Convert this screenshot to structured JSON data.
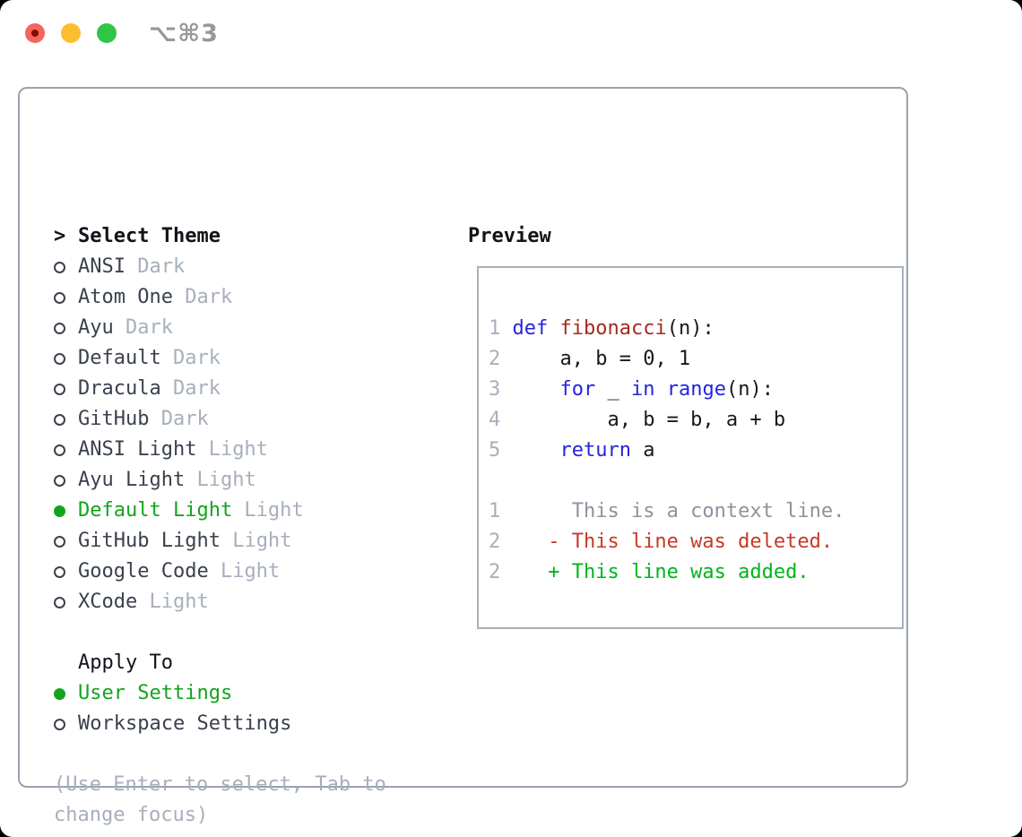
{
  "titlebar": {
    "shortcut": "⌥⌘3",
    "buttons": [
      "close",
      "minimize",
      "zoom"
    ]
  },
  "theme_panel": {
    "header": "Select Theme",
    "header_marker": ">",
    "items": [
      {
        "label": "ANSI",
        "variant": "Dark",
        "selected": false
      },
      {
        "label": "Atom One",
        "variant": "Dark",
        "selected": false
      },
      {
        "label": "Ayu",
        "variant": "Dark",
        "selected": false
      },
      {
        "label": "Default",
        "variant": "Dark",
        "selected": false
      },
      {
        "label": "Dracula",
        "variant": "Dark",
        "selected": false
      },
      {
        "label": "GitHub",
        "variant": "Dark",
        "selected": false
      },
      {
        "label": "ANSI Light",
        "variant": "Light",
        "selected": false
      },
      {
        "label": "Ayu Light",
        "variant": "Light",
        "selected": false
      },
      {
        "label": "Default Light",
        "variant": "Light",
        "selected": true
      },
      {
        "label": "GitHub Light",
        "variant": "Light",
        "selected": false
      },
      {
        "label": "Google Code",
        "variant": "Light",
        "selected": false
      },
      {
        "label": "XCode",
        "variant": "Light",
        "selected": false
      }
    ]
  },
  "apply_panel": {
    "header": "Apply To",
    "items": [
      {
        "label": "User Settings",
        "selected": true
      },
      {
        "label": "Workspace Settings",
        "selected": false
      }
    ]
  },
  "help_text": "(Use Enter to select, Tab to change focus)",
  "preview": {
    "header": "Preview",
    "code_lines": [
      {
        "segments": [
          {
            "t": "1 ",
            "c": "num"
          },
          {
            "t": "def",
            "c": "kw"
          },
          {
            "t": " ",
            "c": "plain"
          },
          {
            "t": "fibonacci",
            "c": "fn"
          },
          {
            "t": "(n):",
            "c": "plain"
          }
        ]
      },
      {
        "segments": [
          {
            "t": "2 ",
            "c": "num"
          },
          {
            "t": "    a, b = 0, 1",
            "c": "plain"
          }
        ]
      },
      {
        "segments": [
          {
            "t": "3 ",
            "c": "num"
          },
          {
            "t": "    ",
            "c": "plain"
          },
          {
            "t": "for",
            "c": "kw"
          },
          {
            "t": " _ ",
            "c": "plain"
          },
          {
            "t": "in",
            "c": "kw"
          },
          {
            "t": " ",
            "c": "plain"
          },
          {
            "t": "range",
            "c": "kw"
          },
          {
            "t": "(n):",
            "c": "plain"
          }
        ]
      },
      {
        "segments": [
          {
            "t": "4 ",
            "c": "num"
          },
          {
            "t": "        a, b = b, a + b",
            "c": "plain"
          }
        ]
      },
      {
        "segments": [
          {
            "t": "5 ",
            "c": "num"
          },
          {
            "t": "    ",
            "c": "plain"
          },
          {
            "t": "return",
            "c": "kw"
          },
          {
            "t": " a",
            "c": "plain"
          }
        ]
      },
      {
        "segments": []
      },
      {
        "segments": [
          {
            "t": "1",
            "c": "num"
          },
          {
            "t": "      This is a context line.",
            "c": "ctx"
          }
        ]
      },
      {
        "segments": [
          {
            "t": "2",
            "c": "num"
          },
          {
            "t": "    - This line was deleted.",
            "c": "del"
          }
        ]
      },
      {
        "segments": [
          {
            "t": "2",
            "c": "num"
          },
          {
            "t": "    + This line was added.",
            "c": "add"
          }
        ]
      }
    ]
  },
  "colors": {
    "accent_green": "#13a41c",
    "keyword_blue": "#2424dd",
    "function_red": "#a52a21",
    "deleted_red": "#c53a26",
    "added_green": "#00b51c",
    "muted_gray": "#a7afbc",
    "traffic_red": "#f5655d",
    "traffic_yellow": "#fcbd2f",
    "traffic_green": "#2fc648"
  }
}
